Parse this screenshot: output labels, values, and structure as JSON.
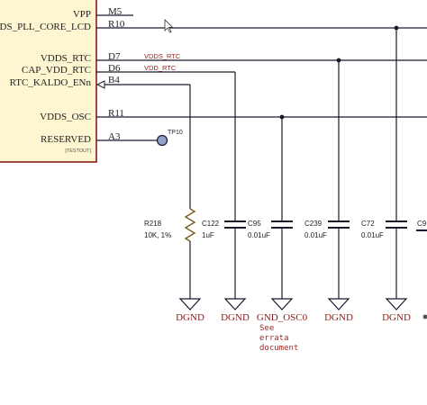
{
  "chip": {
    "pins": [
      {
        "label": "VPP",
        "number": "M5"
      },
      {
        "label": "DS_PLL_CORE_LCD",
        "number": "R10"
      },
      {
        "label": "VDDS_RTC",
        "number": "D7"
      },
      {
        "label": "CAP_VDD_RTC",
        "number": "D6"
      },
      {
        "label": "RTC_KALDO_ENn",
        "number": "B4"
      },
      {
        "label": "VDDS_OSC",
        "number": "R11"
      },
      {
        "label": "RESERVED",
        "number": "A3"
      }
    ],
    "reserved_note": "[TESTOUT]"
  },
  "nets": {
    "d7": "VDDS_RTC",
    "d6": "VDD_RTC"
  },
  "test_point": {
    "label": "TP10"
  },
  "components": [
    {
      "ref": "R218",
      "value": "10K, 1%",
      "kind": "resistor"
    },
    {
      "ref": "C122",
      "value": "1uF",
      "kind": "capacitor"
    },
    {
      "ref": "C95",
      "value": "0.01uF",
      "kind": "capacitor"
    },
    {
      "ref": "C239",
      "value": "0.01uF",
      "kind": "capacitor"
    },
    {
      "ref": "C72",
      "value": "0.01uF",
      "kind": "capacitor"
    },
    {
      "ref": "C9",
      "value": "",
      "kind": "capacitor"
    }
  ],
  "grounds": [
    "DGND",
    "DGND",
    "GND_OSC0",
    "DGND",
    "DGND"
  ],
  "note": [
    "See",
    "errata",
    "document"
  ],
  "colors": {
    "wire": "#1a1a2e",
    "chip_border": "#8a1a1a",
    "chip_fill": "#fdf6d0",
    "net_label": "#9c1c1c",
    "test_point": "#8fa3c8",
    "resistor": "#7a5a20"
  }
}
